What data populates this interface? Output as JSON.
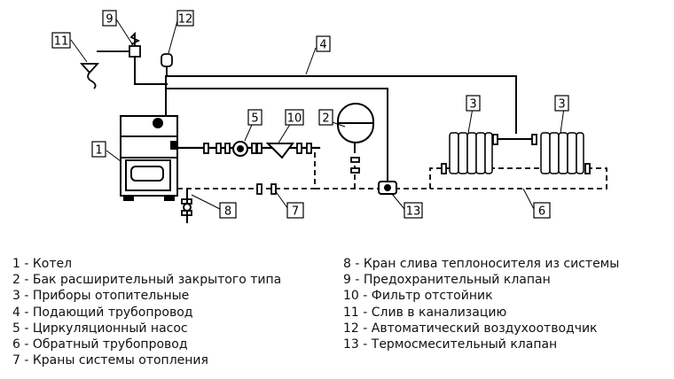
{
  "callouts": {
    "c1": "1",
    "c2": "2",
    "c3a": "3",
    "c3b": "3",
    "c4": "4",
    "c5": "5",
    "c6": "6",
    "c7": "7",
    "c8": "8",
    "c9": "9",
    "c10": "10",
    "c11": "11",
    "c12": "12",
    "c13": "13"
  },
  "legend_left": [
    "1 - Котел",
    "2 - Бак расширительный закрытого типа",
    "3 - Приборы отопительные",
    "4 - Подающий трубопровод",
    "5 - Циркуляционный насос",
    "6 - Обратный трубопровод",
    "7 - Краны системы отопления"
  ],
  "legend_right": [
    "8 - Кран слива теплоносителя из системы",
    "9 - Предохранительный клапан",
    "10 - Фильтр отстойник",
    "11 - Слив в канализацию",
    "12 - Автоматический воздухоотводчик",
    "13 - Термосмесительный клапан"
  ]
}
